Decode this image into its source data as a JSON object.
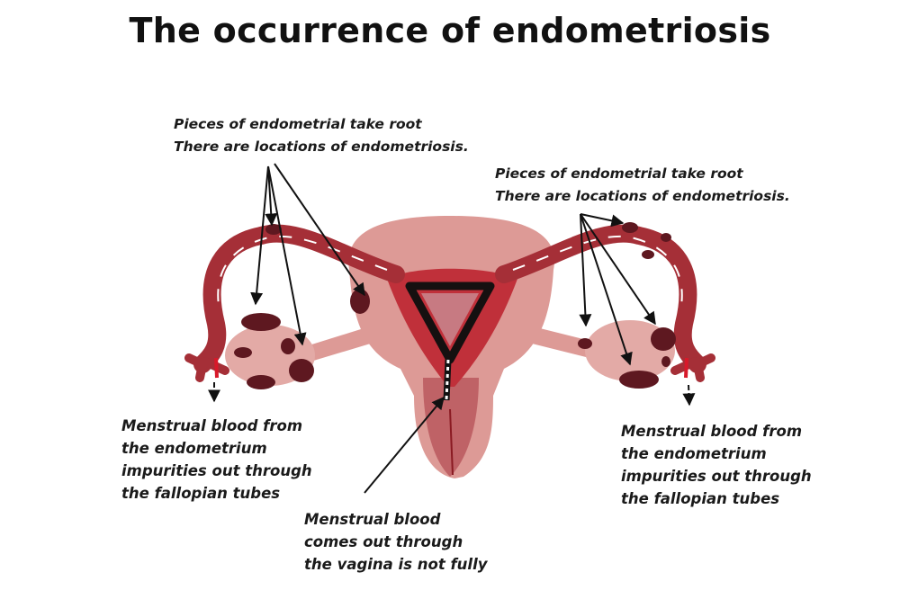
{
  "title": "The occurrence of endometriosis",
  "labels": {
    "top_left": [
      "Pieces of endometrial take root",
      "There are locations of endometriosis."
    ],
    "top_right": [
      "Pieces of endometrial take root",
      "There are locations of endometriosis."
    ],
    "bottom_left": [
      "Menstrual blood from",
      "the endometrium",
      "impurities out through",
      "the fallopian tubes"
    ],
    "bottom_right": [
      "Menstrual blood from",
      "the endometrium",
      "impurities out through",
      "the fallopian tubes"
    ],
    "bottom_center": [
      "Menstrual blood",
      "comes out through",
      "the vagina is not fully"
    ]
  },
  "colors": {
    "tissue": "#dd9a96",
    "tube": "#a52f37",
    "lesion": "#5e1820",
    "blood": "#d8192a"
  }
}
